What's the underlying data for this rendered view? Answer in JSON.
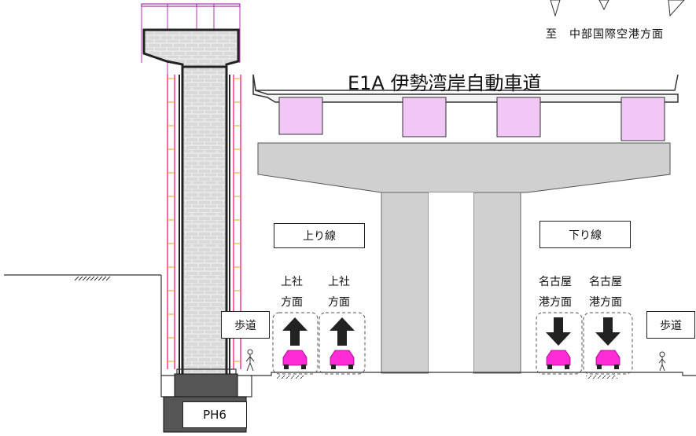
{
  "road": {
    "name": "E1A 伊勢湾岸自動車道"
  },
  "destination": {
    "label": "至　中部国際空港方面"
  },
  "direction_up": {
    "label": "上り線",
    "lane1": "上社\n方面",
    "lane2": "上社\n方面"
  },
  "direction_down": {
    "label": "下り線",
    "lane1": "名古屋\n港方面",
    "lane2": "名古屋\n港方面"
  },
  "sidewalk_left": "歩道",
  "sidewalk_right": "歩道",
  "pier": {
    "label": "PH6"
  },
  "colors": {
    "girder": "#f2c6f5",
    "car": "#ff2bd6",
    "pier_fill": "#dcdcdc",
    "arrow": "#222222"
  }
}
